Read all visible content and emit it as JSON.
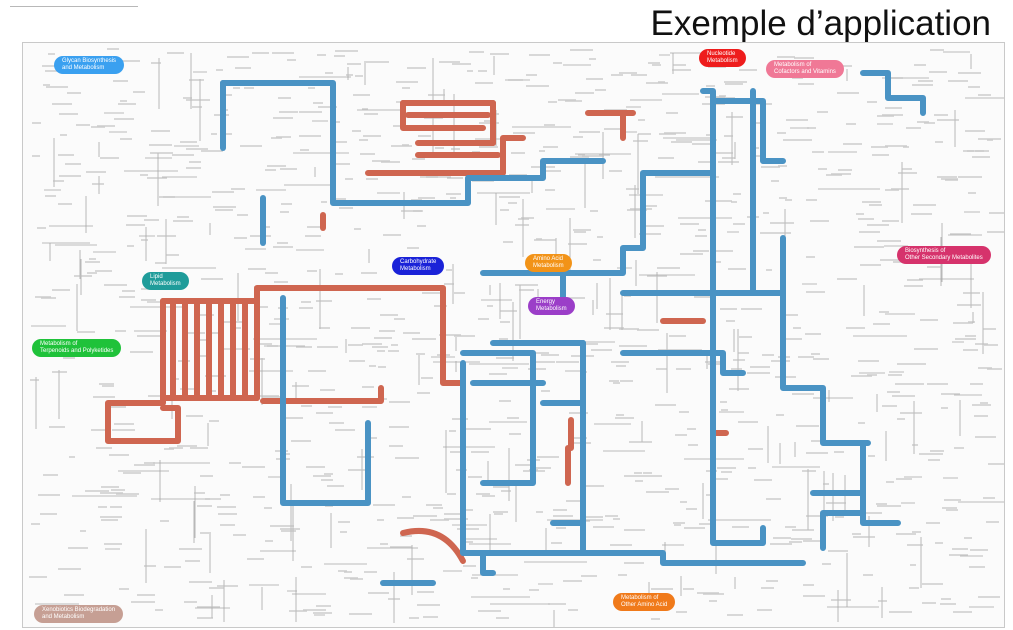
{
  "slide": {
    "title": "Exemple d’application"
  },
  "map": {
    "route_colors": {
      "blue": "#4a93c4",
      "red": "#cf6650",
      "grid": "#a7a7a7",
      "small": "#bdbdbd"
    },
    "categories": [
      {
        "key": "glycan",
        "line1": "Glycan Biosynthesis",
        "line2": "and Metabolism",
        "color": "#3aa0f0"
      },
      {
        "key": "nucleotide",
        "line1": "Nucleotide",
        "line2": "Metabolism",
        "color": "#ee1c1c"
      },
      {
        "key": "cofactors",
        "line1": "Metabolism of",
        "line2": "Cofactors and Vitamins",
        "color": "#f07896"
      },
      {
        "key": "lipid",
        "line1": "Lipid",
        "line2": "Metabolism",
        "color": "#1f9c9a"
      },
      {
        "key": "carbohydrate",
        "line1": "Carbohydrate",
        "line2": "Metabolism",
        "color": "#1a22d8"
      },
      {
        "key": "amino",
        "line1": "Amino Acid",
        "line2": "Metabolism",
        "color": "#f29318"
      },
      {
        "key": "energy",
        "line1": "Energy",
        "line2": "Metabolism",
        "color": "#9b3ec8"
      },
      {
        "key": "secondary",
        "line1": "Biosynthesis of",
        "line2": "Other Secondary Metabolites",
        "color": "#d6336c"
      },
      {
        "key": "terpenoids",
        "line1": "Metabolism of",
        "line2": "Terpenoids and Polyketides",
        "color": "#1fc23a"
      },
      {
        "key": "xenobiotics",
        "line1": "Xenobiotics Biodegradation",
        "line2": "and Metabolism",
        "color": "#c69f94"
      },
      {
        "key": "other_amino",
        "line1": "Metabolism of",
        "line2": "Other Amino Acid",
        "color": "#f07a1a"
      }
    ]
  }
}
